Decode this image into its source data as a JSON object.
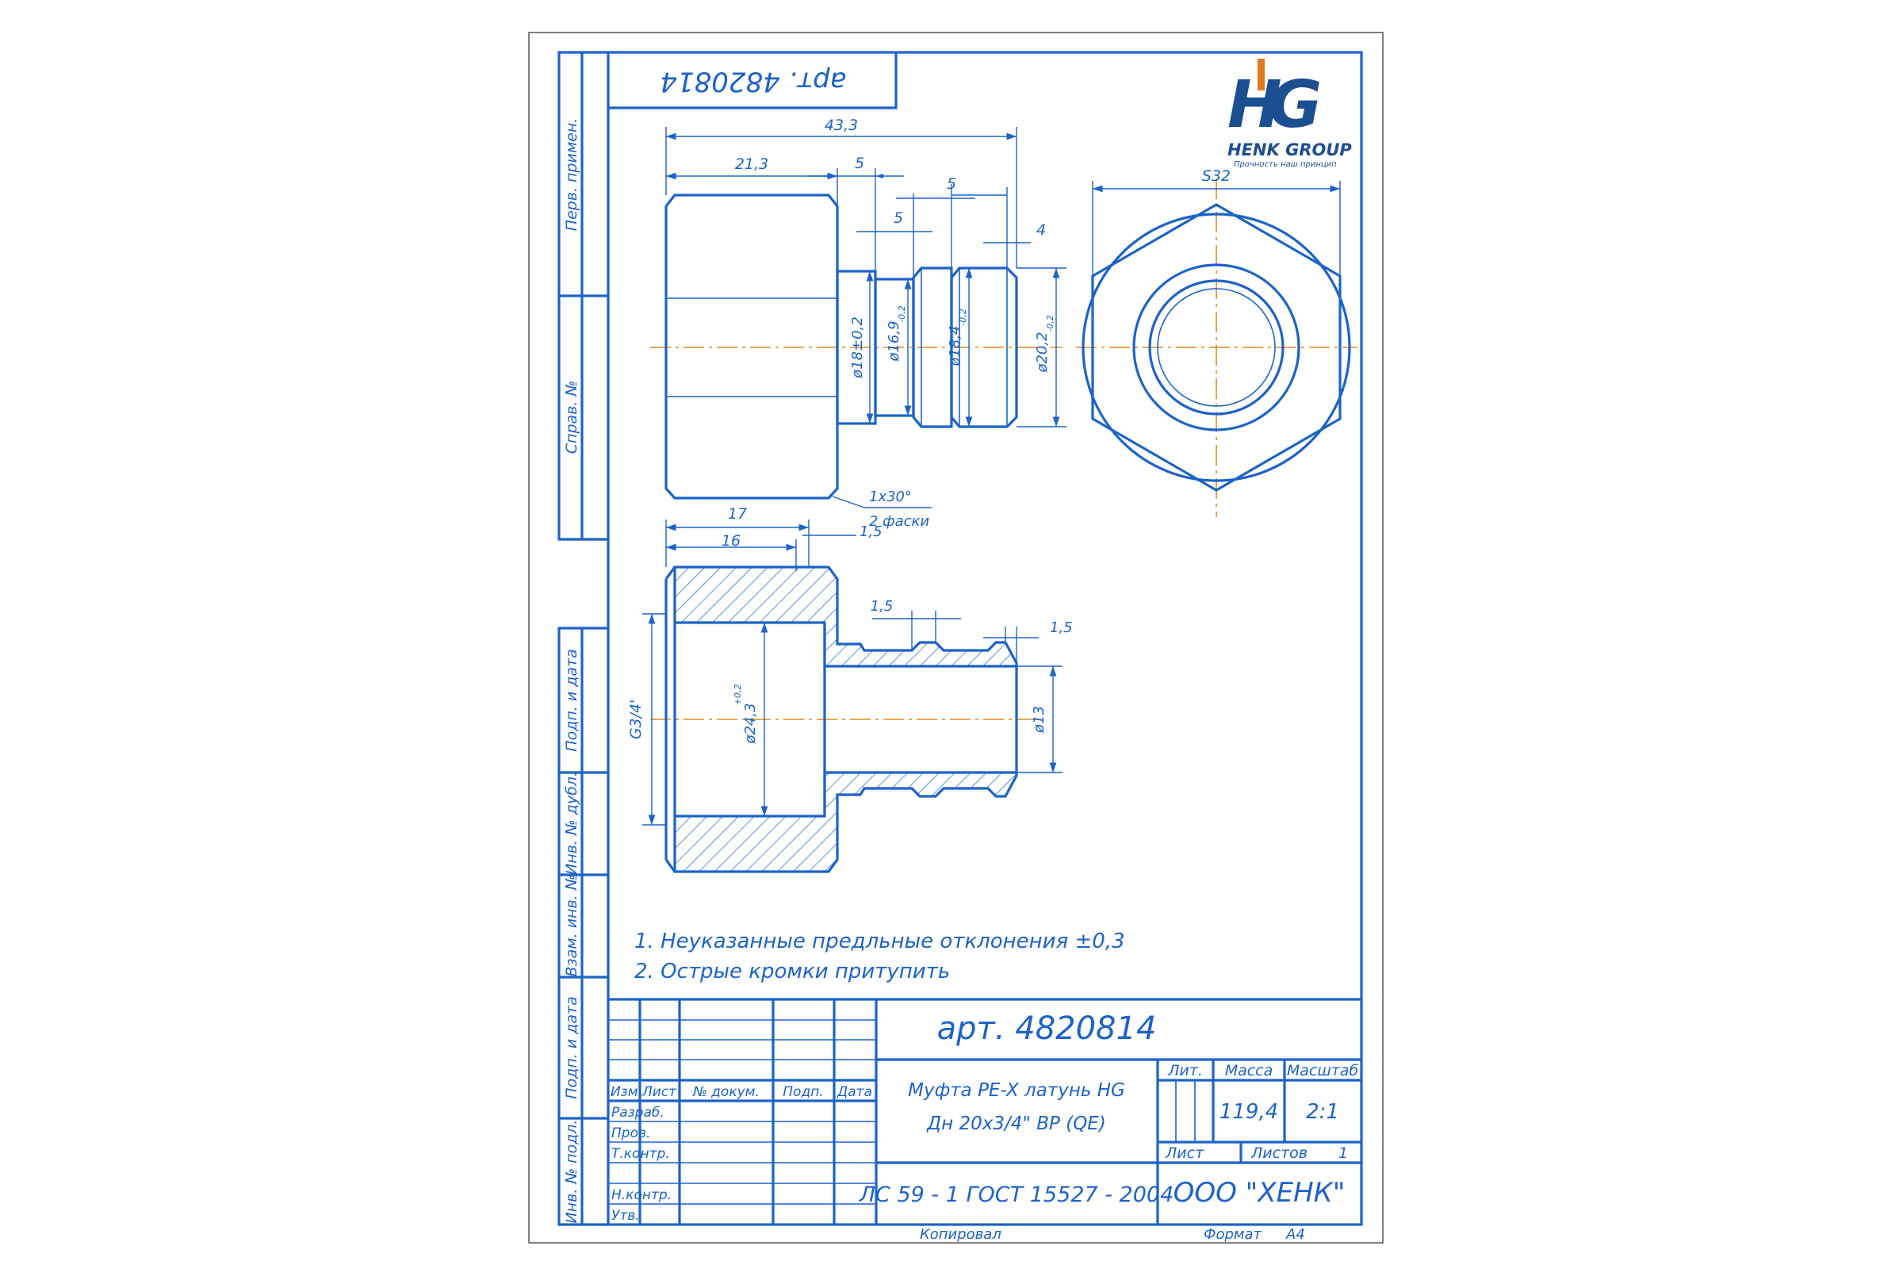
{
  "article_rotated": "арт. 4820814",
  "logo": {
    "letters": "HG",
    "company": "HENK GROUP",
    "slogan": "Прочность наш принцип"
  },
  "side_labels": {
    "perv_primen": "Перв. примен.",
    "sprav_no": "Справ. №",
    "podp_data_1": "Подп. и дата",
    "inv_dubl": "Инв. № дубл.",
    "vzam_inv": "Взам. инв. №",
    "podp_data_2": "Подп. и дата",
    "inv_podl": "Инв. № подл."
  },
  "dims": {
    "d433": "43,3",
    "d213": "21,3",
    "d5a": "5",
    "d5b": "5",
    "d5c": "5",
    "d4": "4",
    "s32": "S32",
    "dia18": "ø18±0,2",
    "dia169": "ø16,9",
    "dia169_tol": "-0,2",
    "dia184": "ø18,4",
    "dia184_tol": "-0,2",
    "dia202": "ø20,2",
    "dia202_tol": "-0,2",
    "chamfer1": "1х30°",
    "chamfer2": "2 фаски",
    "d17": "17",
    "d16": "16",
    "d15a": "1,5",
    "d15b": "1,5",
    "d15c": "1,5",
    "g34": "G3/4'",
    "dia243": "ø24,3",
    "dia243_tol": "+0,2",
    "dia13": "ø13"
  },
  "notes": [
    "1. Неуказанные предльные отклонения ±0,3",
    "2. Острые кромки притупить"
  ],
  "title_block": {
    "article": "арт. 4820814",
    "product_line1": "Муфта PE-X латунь HG",
    "product_line2": "Дн 20х3/4\" ВР (QE)",
    "headers": {
      "lit": "Лит.",
      "massa": "Масса",
      "masshtab": "Масштаб"
    },
    "mass_value": "119,4",
    "scale_value": "2:1",
    "list_label": "Лист",
    "listov_label": "Листов",
    "listov_value": "1",
    "material": "ЛС 59 - 1 ГОСТ 15527 - 2004",
    "organization": "ООО \"ХЕНК\"",
    "col_headers": {
      "izm": "Изм.",
      "list": "Лист",
      "n_dokum": "№ докум.",
      "podp": "Подп.",
      "data": "Дата"
    },
    "roles": {
      "razrab": "Разраб.",
      "prov": "Пров.",
      "tkontr": "Т.контр.",
      "nkontr": "Н.контр.",
      "utv": "Утв."
    }
  },
  "footer": {
    "kopiroval": "Копировал",
    "format_label": "Формат",
    "format_value": "А4"
  },
  "colors": {
    "line": "#1c63c8",
    "axis": "#e08a1e",
    "logo_blue": "#1c4f91",
    "logo_orange": "#e07a1e"
  }
}
